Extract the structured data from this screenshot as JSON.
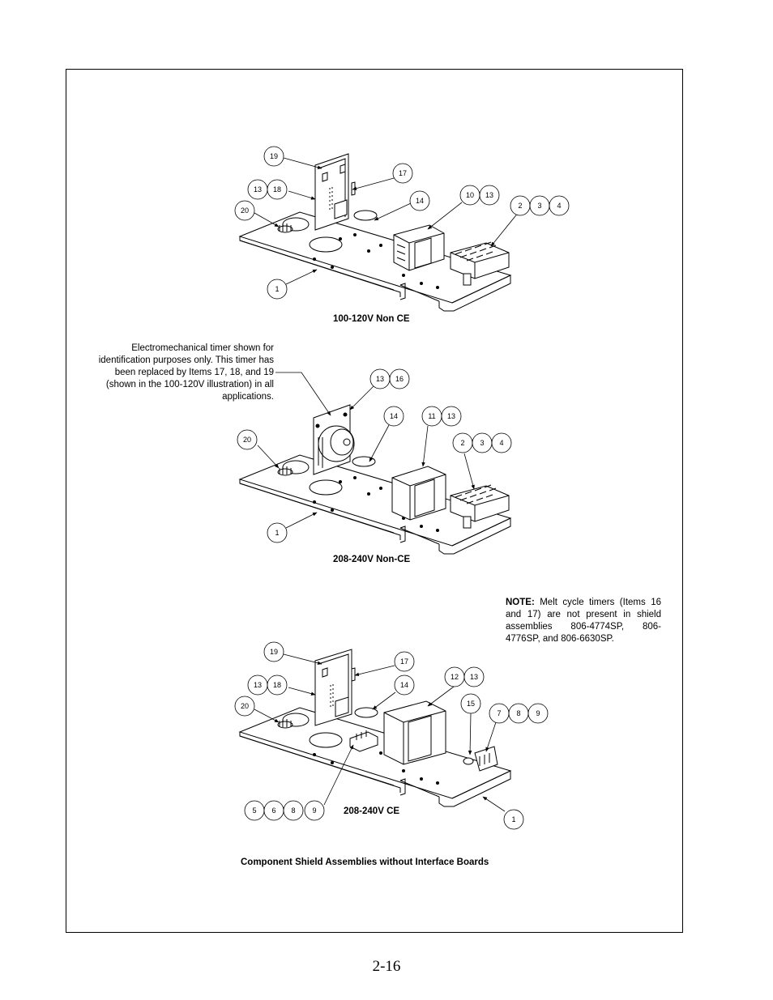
{
  "captions": {
    "assembly_1": "100-120V Non CE",
    "assembly_2": "208-240V Non-CE",
    "assembly_3": "208-240V CE",
    "figure": "Component Shield Assemblies without Interface Boards"
  },
  "notes": {
    "timer_note": "Electromechanical timer shown for identification purposes only.  This timer has been replaced by Items 17, 18, and 19 (shown in the 100-120V illustration) in all applications.",
    "melt_note_label": "NOTE:",
    "melt_note_text": "  Melt cycle timers (Items 16 and 17) are not present in shield assemblies 806-4774SP, 806-4776SP, and 806-6630SP."
  },
  "callouts": {
    "a1": {
      "c19": "19",
      "c13": "13",
      "c18": "18",
      "c20": "20",
      "c17": "17",
      "c14": "14",
      "c10": "10",
      "c13b": "13",
      "c2": "2",
      "c3": "3",
      "c4": "4",
      "c1": "1"
    },
    "a2": {
      "c13": "13",
      "c16": "16",
      "c14": "14",
      "c11": "11",
      "c13b": "13",
      "c20": "20",
      "c2": "2",
      "c3": "3",
      "c4": "4",
      "c1": "1"
    },
    "a3": {
      "c19": "19",
      "c17": "17",
      "c13": "13",
      "c18": "18",
      "c14": "14",
      "c12": "12",
      "c13b": "13",
      "c15": "15",
      "c20": "20",
      "c7": "7",
      "c8": "8",
      "c9": "9",
      "c5": "5",
      "c6": "6",
      "c8b": "8",
      "c9b": "9",
      "c1": "1"
    }
  },
  "page_number": "2-16"
}
